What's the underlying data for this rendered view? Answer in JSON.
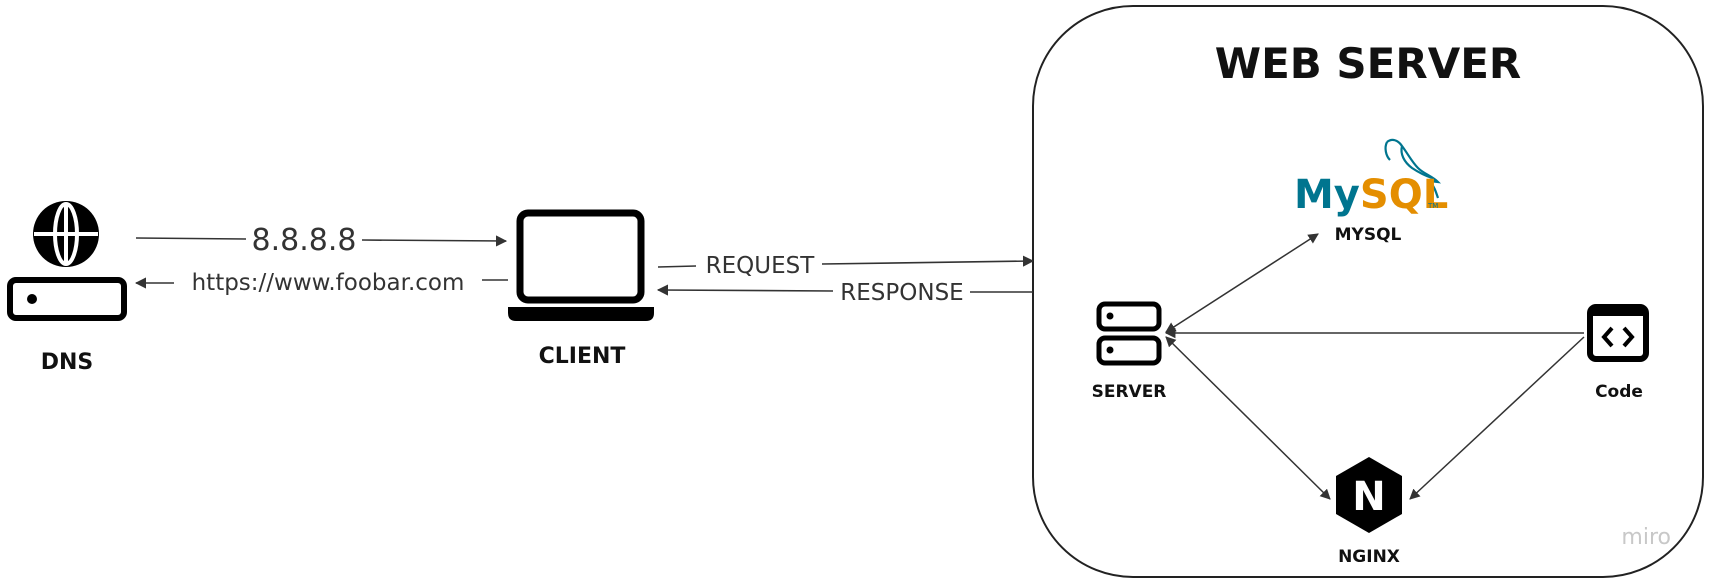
{
  "diagram": {
    "web_server_title": "WEB SERVER",
    "nodes": {
      "dns": {
        "label": "DNS",
        "icon": "globe-server-icon"
      },
      "client": {
        "label": "CLIENT",
        "icon": "laptop-icon"
      },
      "mysql": {
        "label": "MYSQL",
        "logo_text": "MySQL",
        "logo_tm": "TM",
        "icon": "mysql-dolphin-icon"
      },
      "server": {
        "label": "SERVER",
        "icon": "server-stack-icon"
      },
      "code": {
        "label": "Code",
        "icon": "code-brackets-icon"
      },
      "nginx": {
        "label": "NGINX",
        "logo_letter": "N",
        "icon": "nginx-hexagon-icon"
      }
    },
    "edges": {
      "dns_ip": "8.8.8.8",
      "domain": "https://www.foobar.com",
      "request": "REQUEST",
      "response": "RESPONSE"
    },
    "watermark": "miro"
  },
  "colors": {
    "stroke": "#222222",
    "mysql_blue": "#00758f",
    "mysql_orange": "#e48e00",
    "watermark": "#c8c8c8"
  }
}
